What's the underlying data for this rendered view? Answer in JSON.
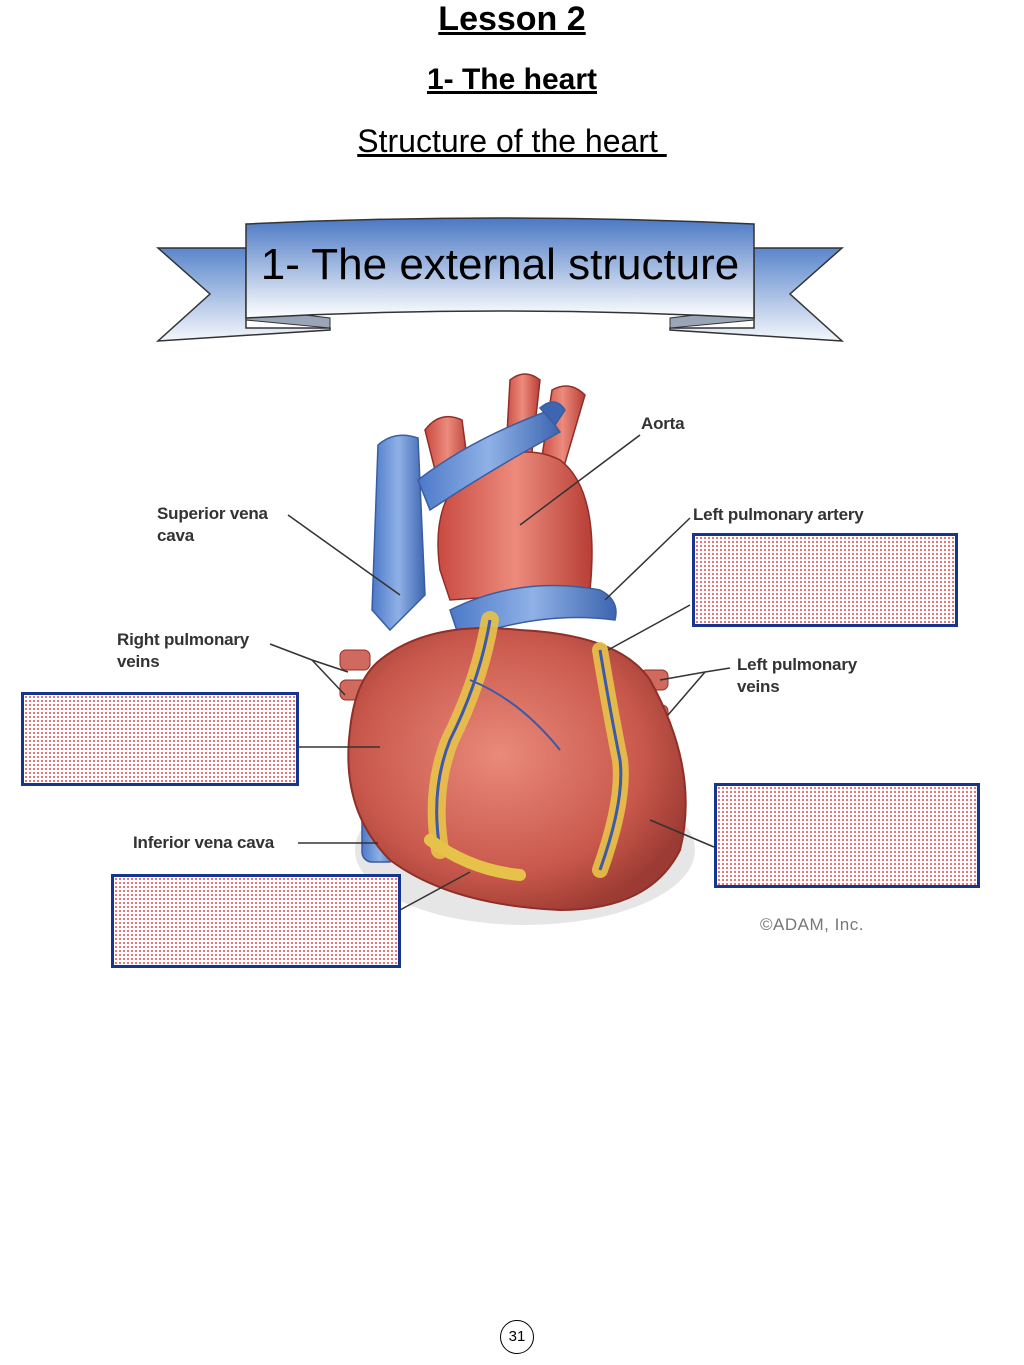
{
  "header": {
    "lesson": "Lesson 2",
    "section": "1- The heart",
    "subsection": "Structure of the heart "
  },
  "banner": {
    "text": "1- The external structure"
  },
  "diagram": {
    "labels": {
      "aorta": "Aorta",
      "superior_vena_cava_line1": "Superior vena",
      "superior_vena_cava_line2": "cava",
      "left_pulmonary_artery": "Left pulmonary artery",
      "right_pulmonary_veins_line1": "Right pulmonary",
      "right_pulmonary_veins_line2": "veins",
      "left_pulmonary_veins_line1": "Left pulmonary",
      "left_pulmonary_veins_line2": "veins",
      "inferior_vena_cava": "Inferior vena cava"
    },
    "copyright": "©ADAM, Inc."
  },
  "footer": {
    "page_number": "31"
  }
}
